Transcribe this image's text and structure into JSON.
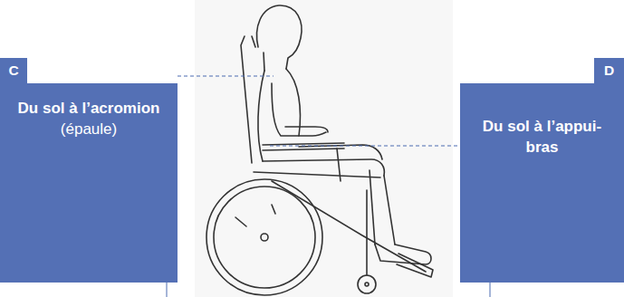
{
  "diagram": {
    "nodes": [
      {
        "text": [
          "C"
        ]
      },
      {
        "text": [
          "Du sol à l’acromion",
          "(épaule)"
        ]
      },
      {
        "text": [
          "D"
        ]
      },
      {
        "text": [
          "Du sol à l’appui-bras"
        ]
      }
    ]
  }
}
